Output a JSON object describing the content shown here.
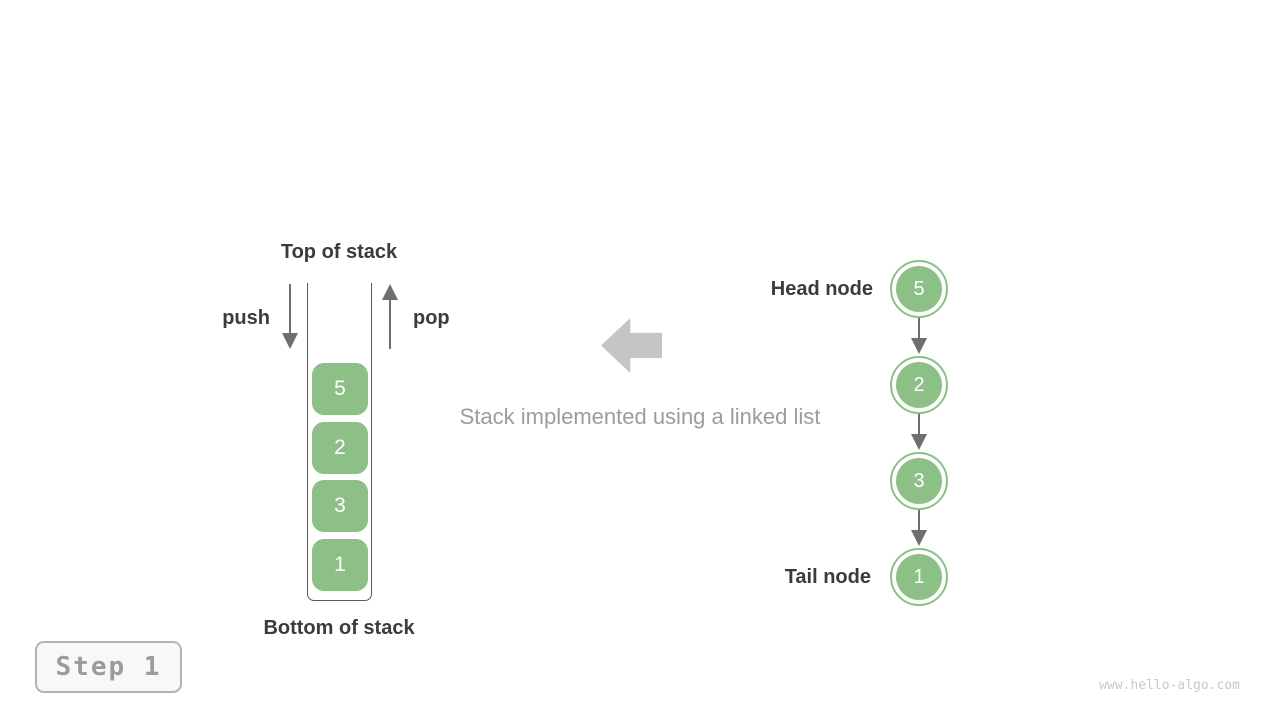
{
  "stack": {
    "top_label": "Top of stack",
    "bottom_label": "Bottom of stack",
    "push_label": "push",
    "pop_label": "pop",
    "items": [
      "5",
      "2",
      "3",
      "1"
    ]
  },
  "caption": "Stack implemented using a linked list",
  "linked_list": {
    "head_label": "Head node",
    "tail_label": "Tail node",
    "nodes": [
      "5",
      "2",
      "3",
      "1"
    ]
  },
  "footer": {
    "step_label": "Step 1",
    "watermark": "www.hello-algo.com"
  },
  "colors": {
    "node_green": "#8cc087",
    "container_line": "#5a5a5a",
    "small_arrow_gray": "#6e6e6e",
    "block_arrow_gray": "#c5c5c5",
    "dark_text": "#3b3b3b",
    "caption_gray": "#9c9c9c",
    "step_text_gray": "#9b9b9b",
    "watermark_gray": "#c9c9c9"
  }
}
